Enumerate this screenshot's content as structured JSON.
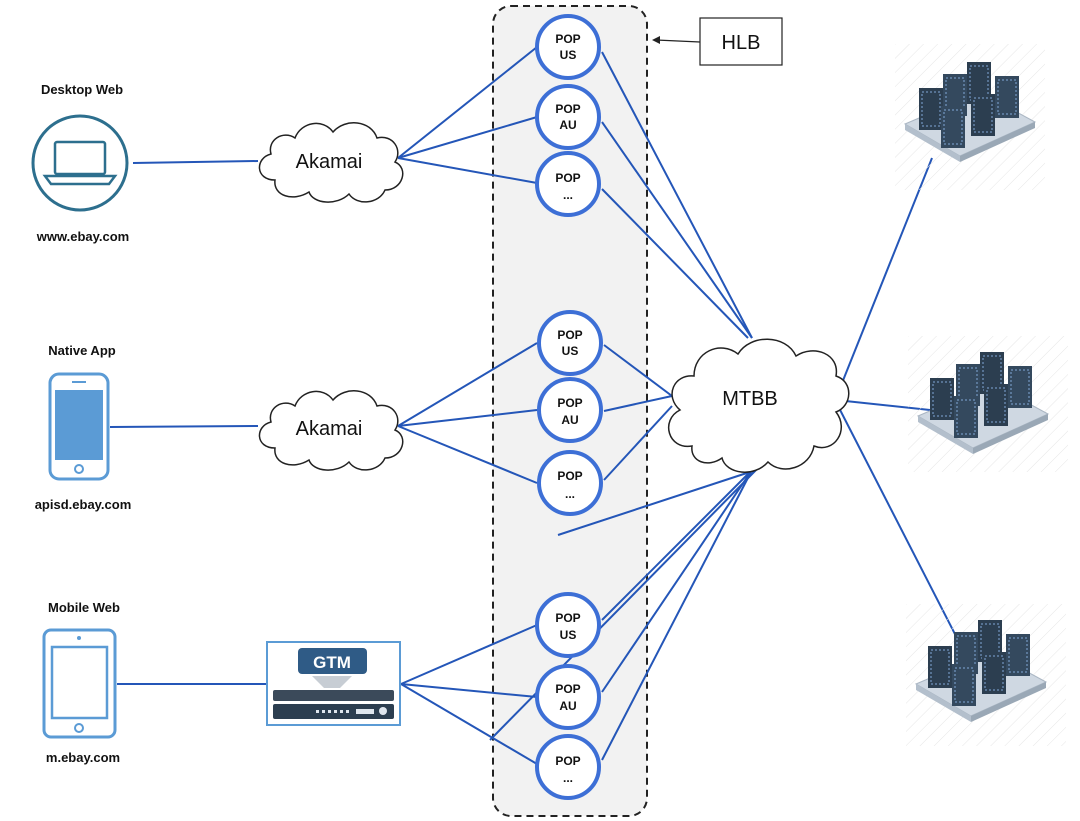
{
  "clients": {
    "desktop": {
      "title": "Desktop Web",
      "url": "www.ebay.com"
    },
    "native": {
      "title": "Native App",
      "url": "apisd.ebay.com"
    },
    "mobile": {
      "title": "Mobile Web",
      "url": "m.ebay.com"
    }
  },
  "edges": {
    "akamai_top": "Akamai",
    "akamai_mid": "Akamai",
    "gtm": "GTM"
  },
  "hlb_label": "HLB",
  "backbone_label": "MTBB",
  "pops": {
    "g1": [
      {
        "line1": "POP",
        "line2": "US"
      },
      {
        "line1": "POP",
        "line2": "AU"
      },
      {
        "line1": "POP",
        "line2": "..."
      }
    ],
    "g2": [
      {
        "line1": "POP",
        "line2": "US"
      },
      {
        "line1": "POP",
        "line2": "AU"
      },
      {
        "line1": "POP",
        "line2": "..."
      }
    ],
    "g3": [
      {
        "line1": "POP",
        "line2": "US"
      },
      {
        "line1": "POP",
        "line2": "AU"
      },
      {
        "line1": "POP",
        "line2": "..."
      }
    ]
  },
  "colors": {
    "link": "#2456b8",
    "pop_ring": "#3d6fd6",
    "icon_teal": "#2d6f8e",
    "device_blue": "#5b9bd5",
    "server_dark": "#2c3e50",
    "hlb_band": "#f2f2f2"
  }
}
